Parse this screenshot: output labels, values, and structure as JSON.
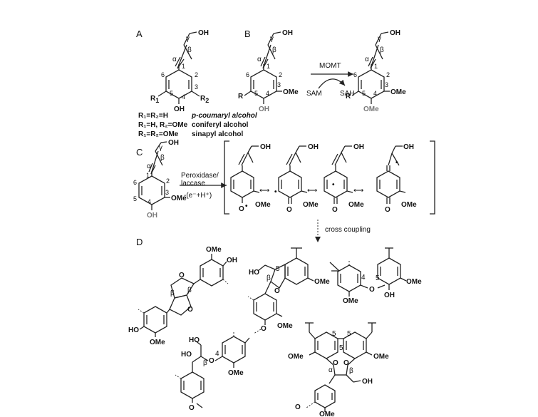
{
  "panels": {
    "a": "A",
    "b": "B",
    "c": "C",
    "d": "D"
  },
  "atoms": {
    "oh": "OH",
    "ome": "OMe",
    "o": "O",
    "ho": "HO",
    "r": "R",
    "r1": "R",
    "r2": "R",
    "sub1": "1",
    "sub2": "2",
    "radical": "•"
  },
  "greek": {
    "alpha": "α",
    "beta": "β",
    "gamma": "γ"
  },
  "ring_numbers": [
    "1",
    "2",
    "3",
    "4",
    "5",
    "6"
  ],
  "panel_a": {
    "monolignols": [
      {
        "substituents": "R₁=R₂=H",
        "name": "p-coumaryl alcohol"
      },
      {
        "substituents": "R₁=H, R₂=OMe",
        "name": "coniferyl alcohol"
      },
      {
        "substituents": "R₁=R₂=OMe",
        "name": "sinapyl alcohol"
      }
    ]
  },
  "panel_b": {
    "enzyme": "MOMT",
    "cofactor_in": "SAM",
    "cofactor_out": "SAH"
  },
  "panel_c": {
    "enzyme_line1": "Peroxidase/",
    "enzyme_line2": "laccase",
    "electron": "-(e⁻+H⁺)",
    "coupling": "cross coupling"
  }
}
